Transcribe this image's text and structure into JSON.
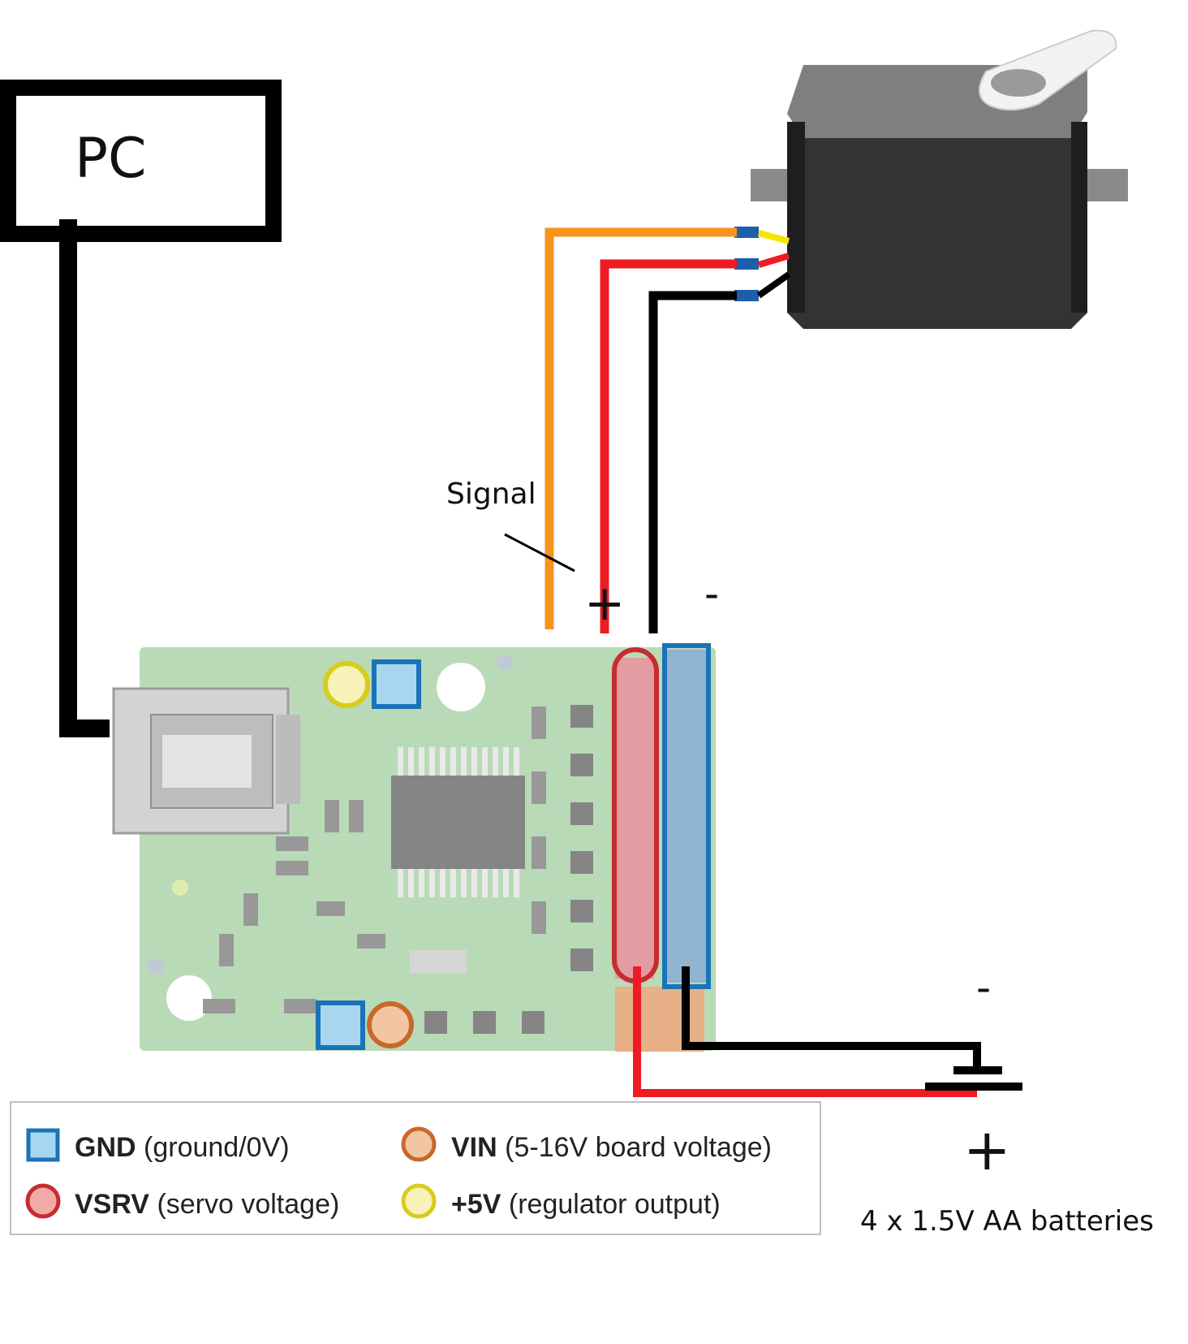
{
  "pc": {
    "label": "PC"
  },
  "wires": {
    "signal_label": "Signal",
    "plus": "+",
    "minus": "-"
  },
  "battery": {
    "plus": "+",
    "minus": "-",
    "label": "4 x 1.5V  AA batteries"
  },
  "legend": {
    "items": [
      {
        "key": "GND",
        "desc": "(ground/0V)",
        "symbol": "square",
        "color": "#1a73b8",
        "fill": "#a9d6ef"
      },
      {
        "key": "VIN",
        "desc": "(5-16V board voltage)",
        "symbol": "circle",
        "color": "#c9682a",
        "fill": "#f2c6a3"
      },
      {
        "key": "VSRV",
        "desc": "(servo voltage)",
        "symbol": "circle",
        "color": "#c62c32",
        "fill": "#f1aaa8"
      },
      {
        "key": "+5V",
        "desc": "(regulator output)",
        "symbol": "circle",
        "color": "#d8cc1c",
        "fill": "#f6f2b8"
      }
    ]
  },
  "colors": {
    "signal_wire": "#f7941d",
    "power_wire": "#ed1c24",
    "ground_wire": "#000000",
    "board_green": "#8fc48a"
  }
}
